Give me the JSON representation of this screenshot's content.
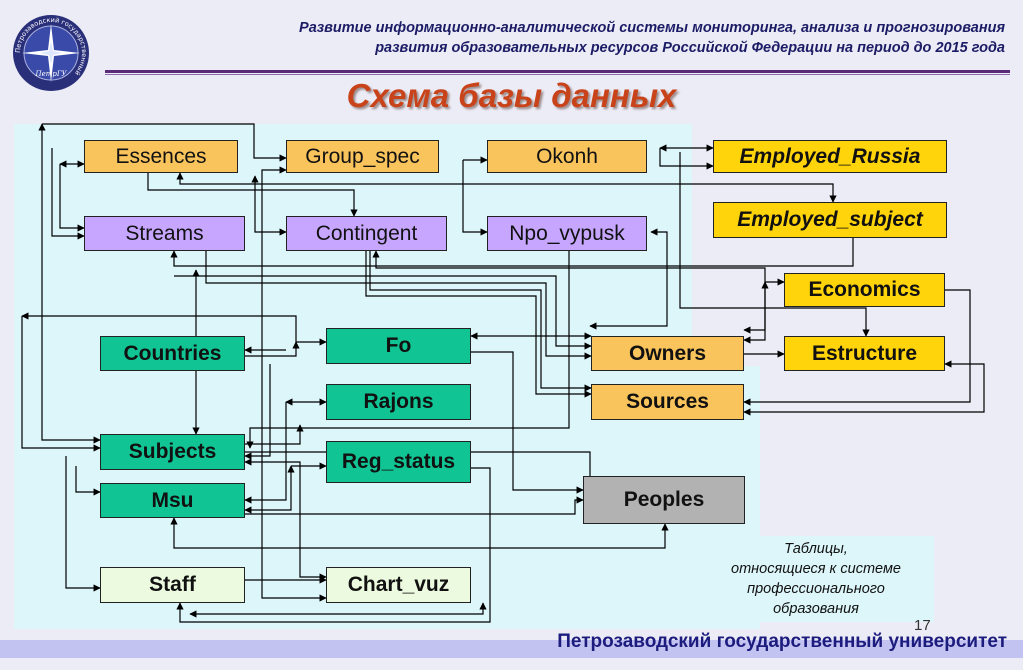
{
  "header": {
    "line1": "Развитие информационно-аналитической системы мониторинга, анализа и прогнозирования",
    "line2": "развития образовательных ресурсов Российской Федерации на период до 2015 года"
  },
  "title": "Схема базы данных",
  "logo": {
    "ring_text": "Петрозаводский государственный",
    "center_text": "ПетрГУ",
    "icon": "star-emblem-icon"
  },
  "tables": [
    {
      "id": "essences",
      "label": "Essences"
    },
    {
      "id": "group_spec",
      "label": "Group_spec"
    },
    {
      "id": "okonh",
      "label": "Okonh"
    },
    {
      "id": "employed_russia",
      "label": "Employed_Russia"
    },
    {
      "id": "streams",
      "label": "Streams"
    },
    {
      "id": "contingent",
      "label": "Contingent"
    },
    {
      "id": "npo_vypusk",
      "label": "Npo_vypusk"
    },
    {
      "id": "employed_subject",
      "label": "Employed_subject"
    },
    {
      "id": "economics",
      "label": "Economics"
    },
    {
      "id": "countries",
      "label": "Countries"
    },
    {
      "id": "fo",
      "label": "Fo"
    },
    {
      "id": "owners",
      "label": "Owners"
    },
    {
      "id": "estructure",
      "label": "Estructure"
    },
    {
      "id": "rajons",
      "label": "Rajons"
    },
    {
      "id": "sources",
      "label": "Sources"
    },
    {
      "id": "subjects",
      "label": "Subjects"
    },
    {
      "id": "reg_status",
      "label": "Reg_status"
    },
    {
      "id": "msu",
      "label": "Msu"
    },
    {
      "id": "peoples",
      "label": "Peoples"
    },
    {
      "id": "staff",
      "label": "Staff"
    },
    {
      "id": "chart_vuz",
      "label": "Chart_vuz"
    }
  ],
  "legend_note": {
    "line1": "Таблицы,",
    "line2": "относящиеся к системе",
    "line3": "профессионального",
    "line4": "образования"
  },
  "page_number": "17",
  "footer": "Петрозаводский государственный университет",
  "colors": {
    "essences": "#fac45c",
    "employed": "#ffd40a",
    "streams": "#c7a6ff",
    "regional": "#10c494",
    "peoples": "#b2b2b2",
    "staff": "#ecfbe0",
    "title": "#c8431a",
    "panel": "#ddf6fa"
  }
}
